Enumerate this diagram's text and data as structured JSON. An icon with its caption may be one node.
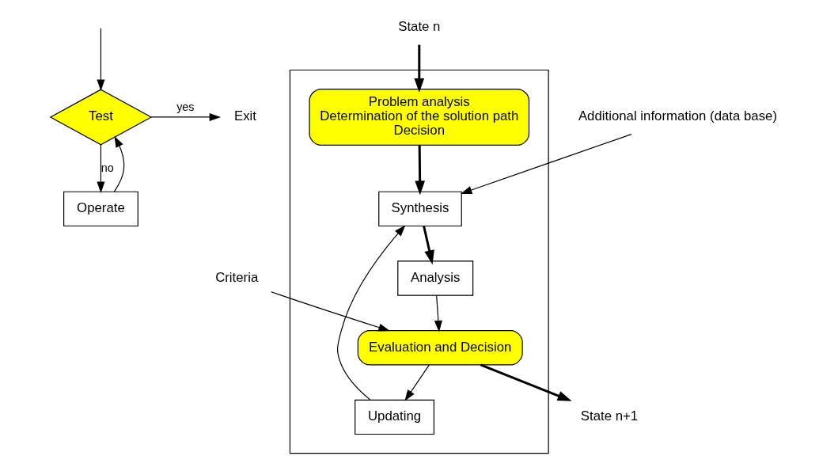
{
  "diagram": {
    "nodes": [
      {
        "text": [
          "Test"
        ]
      },
      {
        "text": [
          "Exit"
        ]
      },
      {
        "text": [
          "Operate"
        ]
      },
      {
        "text": [],
        "shape": "box"
      },
      {
        "text": [
          "State n"
        ]
      },
      {
        "text": [
          "Problem analysis",
          "Determination of the solution path",
          "Decision"
        ],
        "in": 3
      },
      {
        "text": [
          "Synthesis"
        ],
        "in": 3
      },
      {
        "text": [
          "Updating"
        ],
        "in": 3
      },
      {
        "text": [
          "Analysis"
        ],
        "in": 3
      },
      {
        "text": [
          "Evaluation and Decision"
        ],
        "in": 3
      },
      {
        "text": [
          "Additional information (data base)"
        ]
      },
      {
        "text": [
          "Criteria"
        ]
      },
      {
        "text": [
          "State n+1"
        ]
      }
    ],
    "edges": [
      {
        "from": null,
        "to": 0,
        "arrow": "to"
      },
      {
        "from": 0,
        "to": 1,
        "arrow": "to",
        "label": "yes"
      },
      {
        "from": 0,
        "to": 2,
        "arrow": "to",
        "label": "no"
      },
      {
        "from": 2,
        "to": 0,
        "arrow": "to"
      },
      {
        "from": 4,
        "to": 5,
        "arrow": "to",
        "style": "thick"
      },
      {
        "from": 5,
        "to": 6,
        "arrow": "to",
        "style": "thick"
      },
      {
        "from": 6,
        "to": 8,
        "arrow": "to",
        "style": "thick"
      },
      {
        "from": 8,
        "to": 9,
        "arrow": "to"
      },
      {
        "from": 9,
        "to": 7,
        "arrow": "to"
      },
      {
        "from": 7,
        "to": 6,
        "arrow": "to"
      },
      {
        "from": 10,
        "to": 6,
        "arrow": "to"
      },
      {
        "from": 11,
        "to": 9,
        "arrow": "to"
      },
      {
        "from": 9,
        "to": 12,
        "arrow": "to",
        "style": "thick"
      }
    ]
  }
}
